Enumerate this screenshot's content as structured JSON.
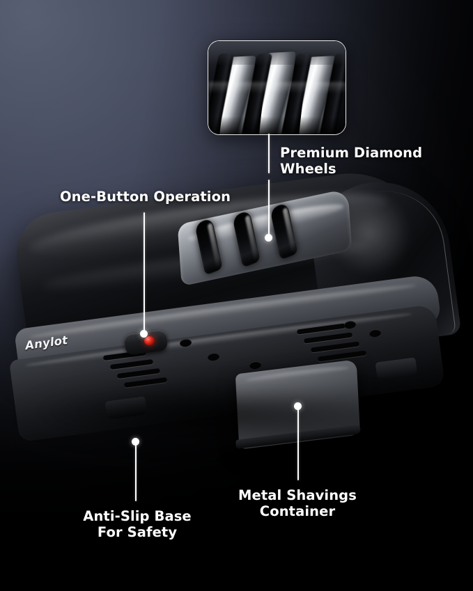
{
  "image": {
    "subject": "Anylot electric knife sharpener",
    "brand_logo": "Anylot",
    "background_colors": [
      "#575e72",
      "#2a2e3d",
      "#000000"
    ],
    "accent_color": "#ffffff",
    "led_color": "#e02718"
  },
  "inset": {
    "name": "diamond-wheels-closeup",
    "border_color": "#ffffff"
  },
  "callouts": [
    {
      "id": "premium-diamond-wheels",
      "label": "Premium Diamond\nWheels"
    },
    {
      "id": "one-button-operation",
      "label": "One-Button Operation"
    },
    {
      "id": "anti-slip-base",
      "label": "Anti-Slip Base\nFor Safety"
    },
    {
      "id": "metal-shavings-container",
      "label": "Metal Shavings\nContainer"
    }
  ]
}
